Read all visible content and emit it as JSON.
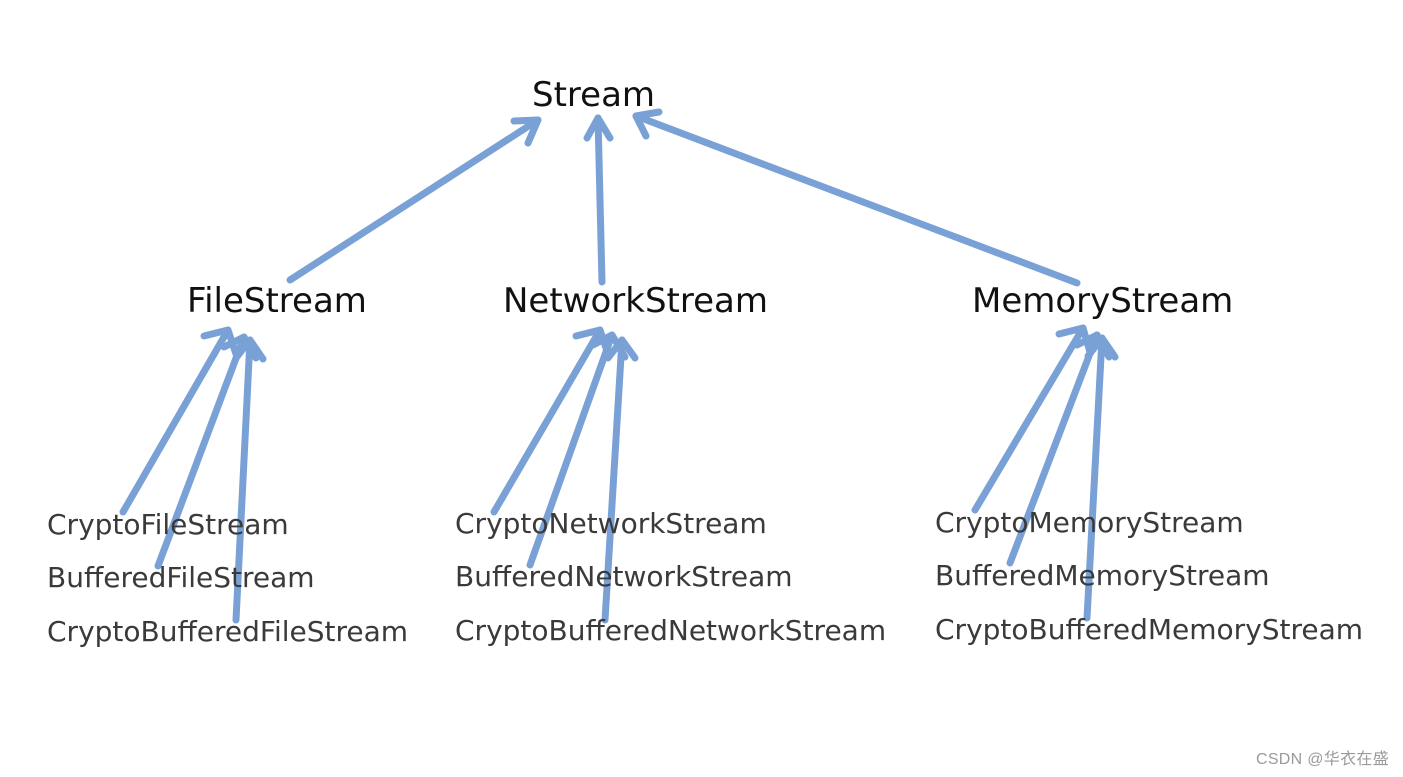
{
  "diagram": {
    "root": {
      "label": "Stream"
    },
    "children": [
      {
        "label": "FileStream",
        "leaves": [
          "CryptoFileStream",
          "BufferedFileStream",
          "CryptoBufferedFileStream"
        ]
      },
      {
        "label": "NetworkStream",
        "leaves": [
          "CryptoNetworkStream",
          "BufferedNetworkStream",
          "CryptoBufferedNetworkStream"
        ]
      },
      {
        "label": "MemoryStream",
        "leaves": [
          "CryptoMemoryStream",
          "BufferedMemoryStream",
          "CryptoBufferedMemoryStream"
        ]
      }
    ],
    "arrow_color": "#7aa1d6",
    "text_color": "#111111"
  },
  "watermark": {
    "text": "CSDN @华衣在盛"
  }
}
